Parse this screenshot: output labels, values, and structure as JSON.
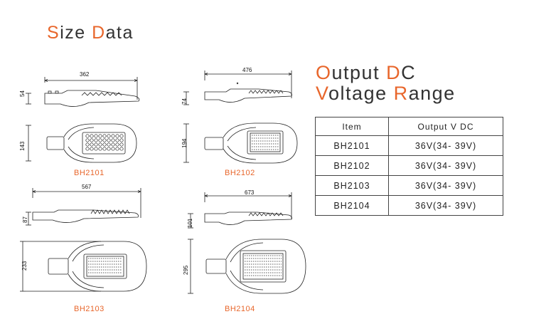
{
  "size_title": {
    "first": "S",
    "rest1": "ize ",
    "second": "D",
    "rest2": "ata"
  },
  "output_title": {
    "line1_a": "O",
    "line1_b": "utput ",
    "line1_c": "D",
    "line1_d": "C",
    "line2_a": "V",
    "line2_b": "oltage ",
    "line2_c": "R",
    "line2_d": "ange"
  },
  "products": [
    {
      "model": "BH2101",
      "length": "362",
      "height": "54",
      "width": "143"
    },
    {
      "model": "BH2102",
      "length": "476",
      "height": "74",
      "width": "194"
    },
    {
      "model": "BH2103",
      "length": "567",
      "height": "87",
      "width": "233"
    },
    {
      "model": "BH2104",
      "length": "673",
      "height": "101",
      "width": "295"
    }
  ],
  "table": {
    "headers": [
      "Item",
      "Output V DC"
    ],
    "rows": [
      [
        "BH2101",
        "36V(34- 39V)"
      ],
      [
        "BH2102",
        "36V(34- 39V)"
      ],
      [
        "BH2103",
        "36V(34- 39V)"
      ],
      [
        "BH2104",
        "36V(34- 39V)"
      ]
    ]
  },
  "colors": {
    "accent": "#e8662b",
    "text": "#333333",
    "line": "#444444"
  }
}
